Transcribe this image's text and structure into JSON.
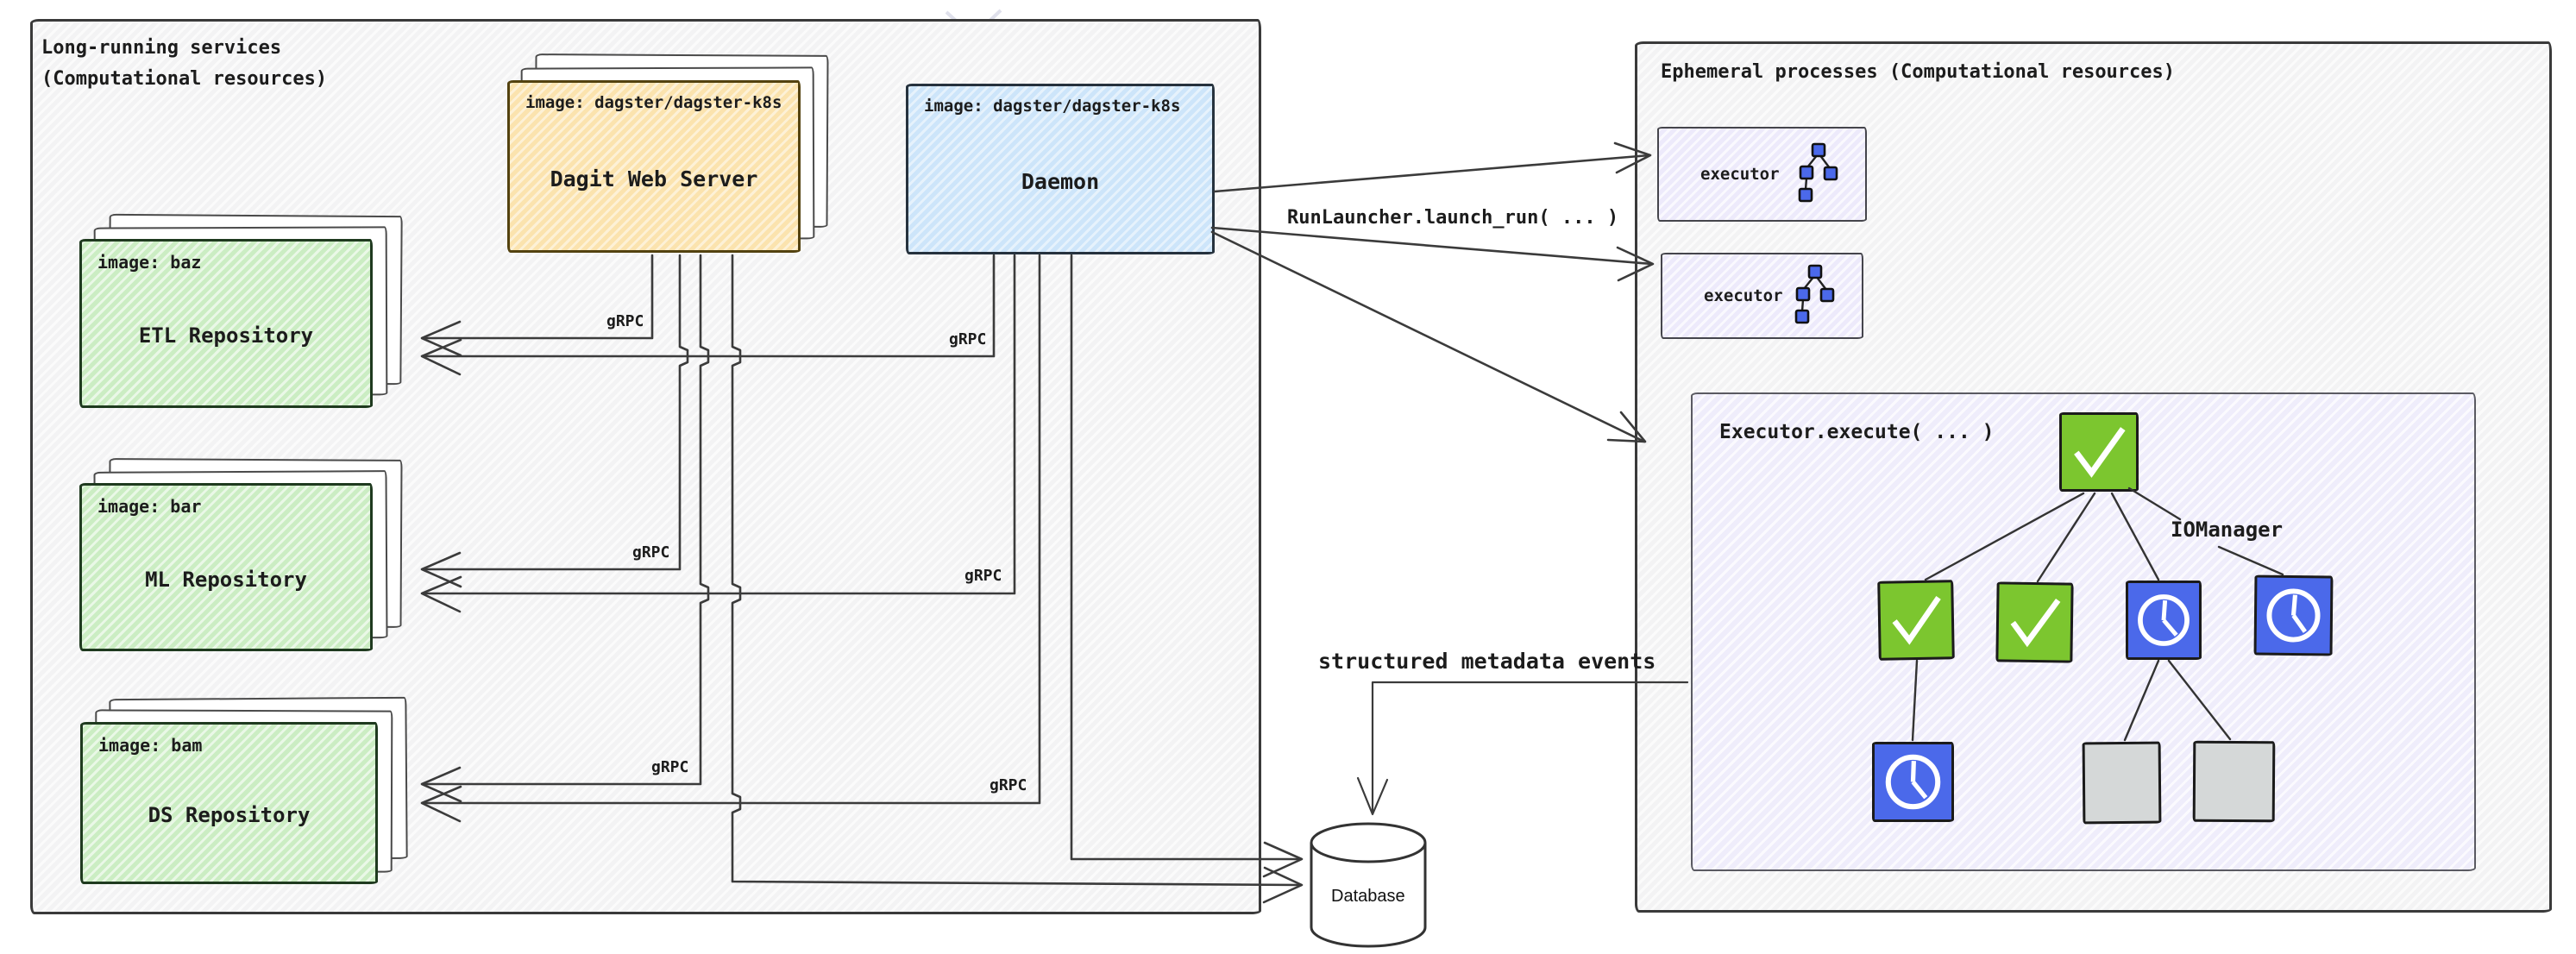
{
  "left_panel": {
    "title_line1": "Long-running services",
    "title_line2": "(Computational resources)"
  },
  "right_panel": {
    "title": "Ephemeral processes (Computational resources)"
  },
  "boxes": {
    "dagit": {
      "image_label": "image: dagster/dagster-k8s",
      "title": "Dagit Web Server",
      "stacked_copies": 3
    },
    "daemon": {
      "image_label": "image: dagster/dagster-k8s",
      "title": "Daemon"
    },
    "etl": {
      "image_label": "image: baz",
      "title": "ETL Repository",
      "stacked_copies": 3
    },
    "ml": {
      "image_label": "image: bar",
      "title": "ML Repository",
      "stacked_copies": 3
    },
    "ds": {
      "image_label": "image: bam",
      "title": "DS Repository",
      "stacked_copies": 3
    },
    "executor1": {
      "label": "executor",
      "icon": "dag-icon"
    },
    "executor2": {
      "label": "executor",
      "icon": "dag-icon"
    },
    "executor_execute": {
      "title": "Executor.execute( ... )",
      "iomanager_label": "IOManager"
    },
    "database": {
      "label": "Database",
      "icon": "database-cylinder-icon"
    }
  },
  "labels": {
    "grpc": "gRPC",
    "run_launcher": "RunLauncher.launch_run( ... )",
    "metadata_events": "structured metadata events"
  },
  "execution_tree": {
    "nodes": [
      {
        "id": "root",
        "state": "success",
        "icon": "check-icon"
      },
      {
        "id": "child1",
        "state": "success",
        "icon": "check-icon"
      },
      {
        "id": "child2",
        "state": "success",
        "icon": "check-icon"
      },
      {
        "id": "child3",
        "state": "running",
        "icon": "clock-icon"
      },
      {
        "id": "child4",
        "state": "running",
        "icon": "clock-icon"
      },
      {
        "id": "grandchild1",
        "state": "running",
        "icon": "clock-icon"
      },
      {
        "id": "grandchild2",
        "state": "pending",
        "icon": "blank"
      },
      {
        "id": "grandchild3",
        "state": "pending",
        "icon": "blank"
      }
    ],
    "edges": [
      [
        "root",
        "child1"
      ],
      [
        "root",
        "child2"
      ],
      [
        "root",
        "child3"
      ],
      [
        "root",
        "child4"
      ],
      [
        "child1",
        "grandchild1"
      ],
      [
        "child3",
        "grandchild2"
      ],
      [
        "child3",
        "grandchild3"
      ]
    ]
  },
  "connections": [
    {
      "from": "dagit",
      "to": "etl",
      "label": "gRPC"
    },
    {
      "from": "dagit",
      "to": "ml",
      "label": "gRPC"
    },
    {
      "from": "dagit",
      "to": "ds",
      "label": "gRPC"
    },
    {
      "from": "dagit",
      "to": "database",
      "label": ""
    },
    {
      "from": "daemon",
      "to": "etl",
      "label": "gRPC"
    },
    {
      "from": "daemon",
      "to": "ml",
      "label": "gRPC"
    },
    {
      "from": "daemon",
      "to": "ds",
      "label": "gRPC"
    },
    {
      "from": "daemon",
      "to": "database",
      "label": ""
    },
    {
      "from": "daemon",
      "to": "executor1",
      "label": "RunLauncher.launch_run( ... )"
    },
    {
      "from": "daemon",
      "to": "executor2",
      "label": "RunLauncher.launch_run( ... )"
    },
    {
      "from": "daemon",
      "to": "executor_execute",
      "label": "RunLauncher.launch_run( ... )"
    },
    {
      "from": "executor_execute",
      "to": "database",
      "label": "structured metadata events"
    }
  ],
  "colors": {
    "dagit_fill": "#fbe3ae",
    "daemon_fill": "#cde5fa",
    "repo_fill": "#cbedc3",
    "executor_fill": "#edeafb",
    "exec_big_fill": "#efedfb",
    "success_green": "#7cc62f",
    "running_blue": "#4b69ea",
    "pending_gray": "#d5d8d8",
    "wire": "#3b3b3b",
    "text": "#1c1c1c"
  }
}
